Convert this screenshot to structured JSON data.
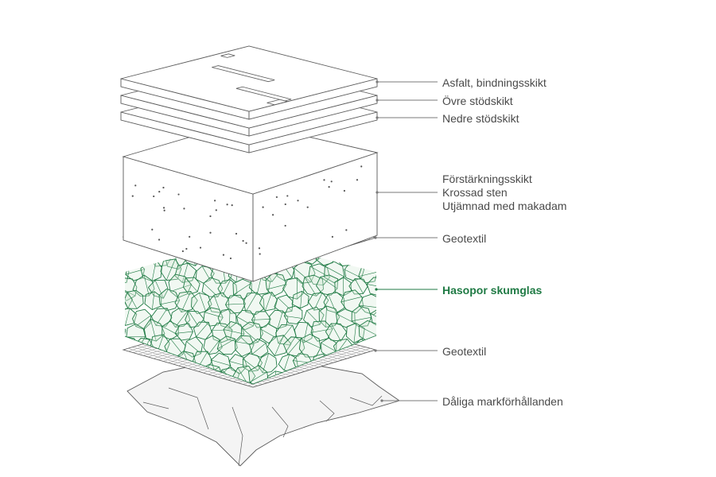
{
  "colors": {
    "line": "#5a5a5a",
    "text": "#4a4a4a",
    "accent": "#1f7a44",
    "accent_light": "#d6eadb",
    "background": "#ffffff"
  },
  "layers": [
    {
      "id": "asfalt",
      "lines": [
        "Asfalt, bindningsskikt"
      ],
      "highlight": false
    },
    {
      "id": "ovre",
      "lines": [
        "Övre stödskikt"
      ],
      "highlight": false
    },
    {
      "id": "nedre",
      "lines": [
        "Nedre stödskikt"
      ],
      "highlight": false
    },
    {
      "id": "forstarkning",
      "lines": [
        "Förstärkningsskikt",
        "Krossad sten",
        "Utjämnad med makadam"
      ],
      "highlight": false
    },
    {
      "id": "geotextil-top",
      "lines": [
        "Geotextil"
      ],
      "highlight": false
    },
    {
      "id": "hasopor",
      "lines": [
        "Hasopor skumglas"
      ],
      "highlight": true
    },
    {
      "id": "geotextil-bottom",
      "lines": [
        "Geotextil"
      ],
      "highlight": false
    },
    {
      "id": "mark",
      "lines": [
        "Dåliga markförhållanden"
      ],
      "highlight": false
    }
  ]
}
